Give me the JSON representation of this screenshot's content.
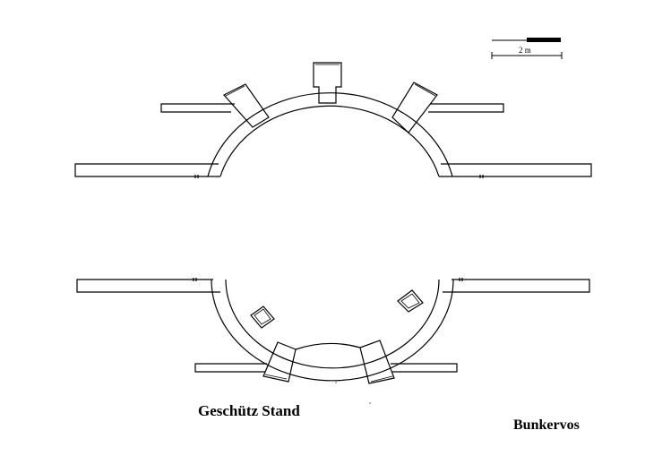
{
  "title": "Geschütz Stand",
  "credit": "Bunkervos",
  "scale_bar": {
    "label": "2 m"
  },
  "colors": {
    "line": "#000000",
    "background": "#ffffff"
  }
}
